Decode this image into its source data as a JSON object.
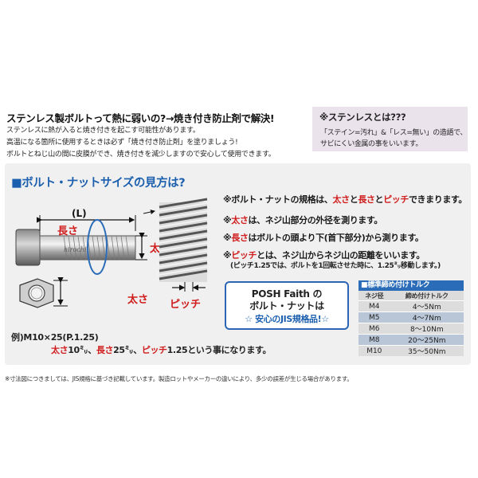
{
  "intro": {
    "heading": "ステンレス製ボルトって熱に弱いの?→焼き付き防止剤で解決!",
    "line1": "ステンレスに熱が入ると焼き付きを起こす可能性があります。",
    "line2": "高温になる箇所に使用するときは必ず「焼き付き防止剤」を塗りましょう!",
    "line3": "ボルトとねじ山の間に皮膜ができ、焼き付きを減少しますので安心して使用できます。"
  },
  "note": {
    "title": "※ステンレスとは???",
    "line1": "「ステイン=汚れ」&「レス=無い」の造語で、",
    "line2": "サビにくい金属の事をいいます。"
  },
  "section_title": "■ボルト・ナットサイズの見方は?",
  "diagram": {
    "length_dim": "(L)",
    "length_label": "長さ",
    "thickness_label_bolt": "太さ",
    "thickness_label_nut": "太さ",
    "pitch_label": "ピッチ",
    "head_engraving": "hirochi"
  },
  "rules": {
    "r1_a": "※ボルト・ナットの規格は、",
    "r1_b": "太さ",
    "r1_c": "と",
    "r1_d": "長さ",
    "r1_e": "と",
    "r1_f": "ピッチ",
    "r1_g": "できまります。",
    "r2_a": "※",
    "r2_b": "太さ",
    "r2_c": "は、ネジ山部分の外径を測ります。",
    "r3_a": "※",
    "r3_b": "長さ",
    "r3_c": "はボルトの頭より下(首下部分)から測ります。",
    "r4_a": "※",
    "r4_b": "ピッチ",
    "r4_c": "とは、ネジ山からネジ山の距離をいいます。",
    "r4_sub": "(ピッチ1.25では、ボルトを1回転させた時に、1.25㍉移動します。)"
  },
  "posh": {
    "line1": "POSH Faith の",
    "line2": "ボルト・ナットは",
    "line3": "☆ 安心のJIS規格品!☆"
  },
  "torque": {
    "title": "■標準締め付けトルク",
    "col_size": "ネジ径",
    "col_torque": "締め付けトルク",
    "rows": [
      {
        "size": "M4",
        "torque": "4～5Nm"
      },
      {
        "size": "M5",
        "torque": "4～7Nm"
      },
      {
        "size": "M6",
        "torque": "8～10Nm"
      },
      {
        "size": "M8",
        "torque": "20～25Nm"
      },
      {
        "size": "M10",
        "torque": "35～50Nm"
      }
    ]
  },
  "example": {
    "label": "例)M10×25(P.1.25)",
    "t1": "太さ",
    "v1": "10㍉、",
    "t2": "長さ",
    "v2": "25㍉、",
    "t3": "ピッチ",
    "v3": "1.25という事になります。"
  },
  "footnote": "※寸法図につきましては、JIS規格に基づき記載しています。製造ロットやメーカーの違いにより、多少の誤差が生じる場合があります。",
  "colors": {
    "accent_blue": "#1b5fae",
    "accent_red": "#d01c1c",
    "panel_bg": "#f0f0f0",
    "note_bg": "#ebe3ec"
  }
}
